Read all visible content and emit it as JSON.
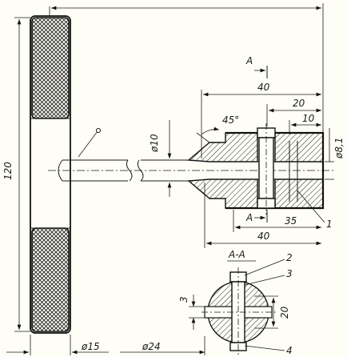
{
  "drawing": {
    "dimensions": {
      "top_length": "",
      "handle_height": "120",
      "a_distance": "40",
      "section_letter_top": "A",
      "dim_20": "20",
      "dim_10": "10",
      "angle": "45°",
      "rod_dia": "ø10",
      "pin_dia": "ø8,1",
      "section_letter_bottom": "A",
      "dim_35": "35",
      "dim_40_bottom": "40",
      "callout_1": "1",
      "section_title": "A-A",
      "callout_2": "2",
      "callout_3": "3",
      "callout_4": "4",
      "dim_3": "3",
      "dim_20_section": "20",
      "handle_dia": "ø15",
      "head_dia": "ø24"
    }
  }
}
